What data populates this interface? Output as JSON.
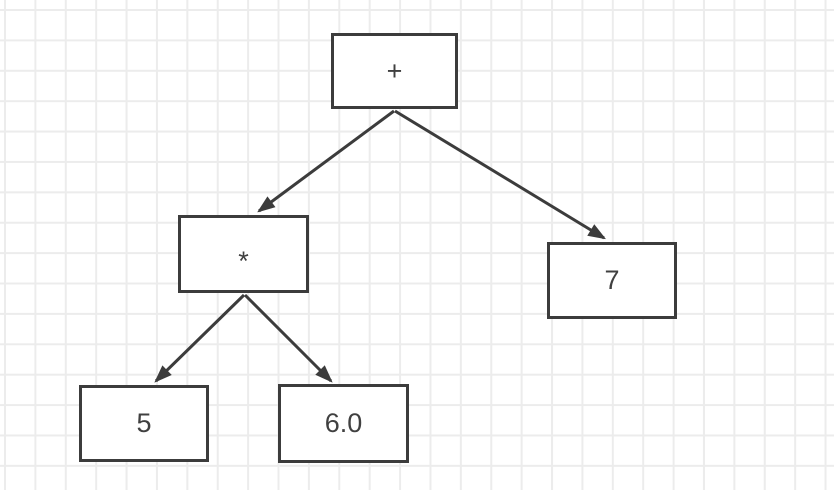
{
  "canvas": {
    "background_color": "#ffffff",
    "grid_color": "#ececec"
  },
  "diagram": {
    "type": "expression-tree",
    "stroke_color": "#3c3c3c",
    "node_fill": "#ffffff",
    "nodes": {
      "plus": {
        "label": "+"
      },
      "times": {
        "label": "*"
      },
      "seven": {
        "label": "7"
      },
      "five": {
        "label": "5"
      },
      "six": {
        "label": "6.0"
      }
    },
    "edges": [
      {
        "from": "plus",
        "to": "times"
      },
      {
        "from": "plus",
        "to": "seven"
      },
      {
        "from": "times",
        "to": "five"
      },
      {
        "from": "times",
        "to": "six"
      }
    ]
  }
}
